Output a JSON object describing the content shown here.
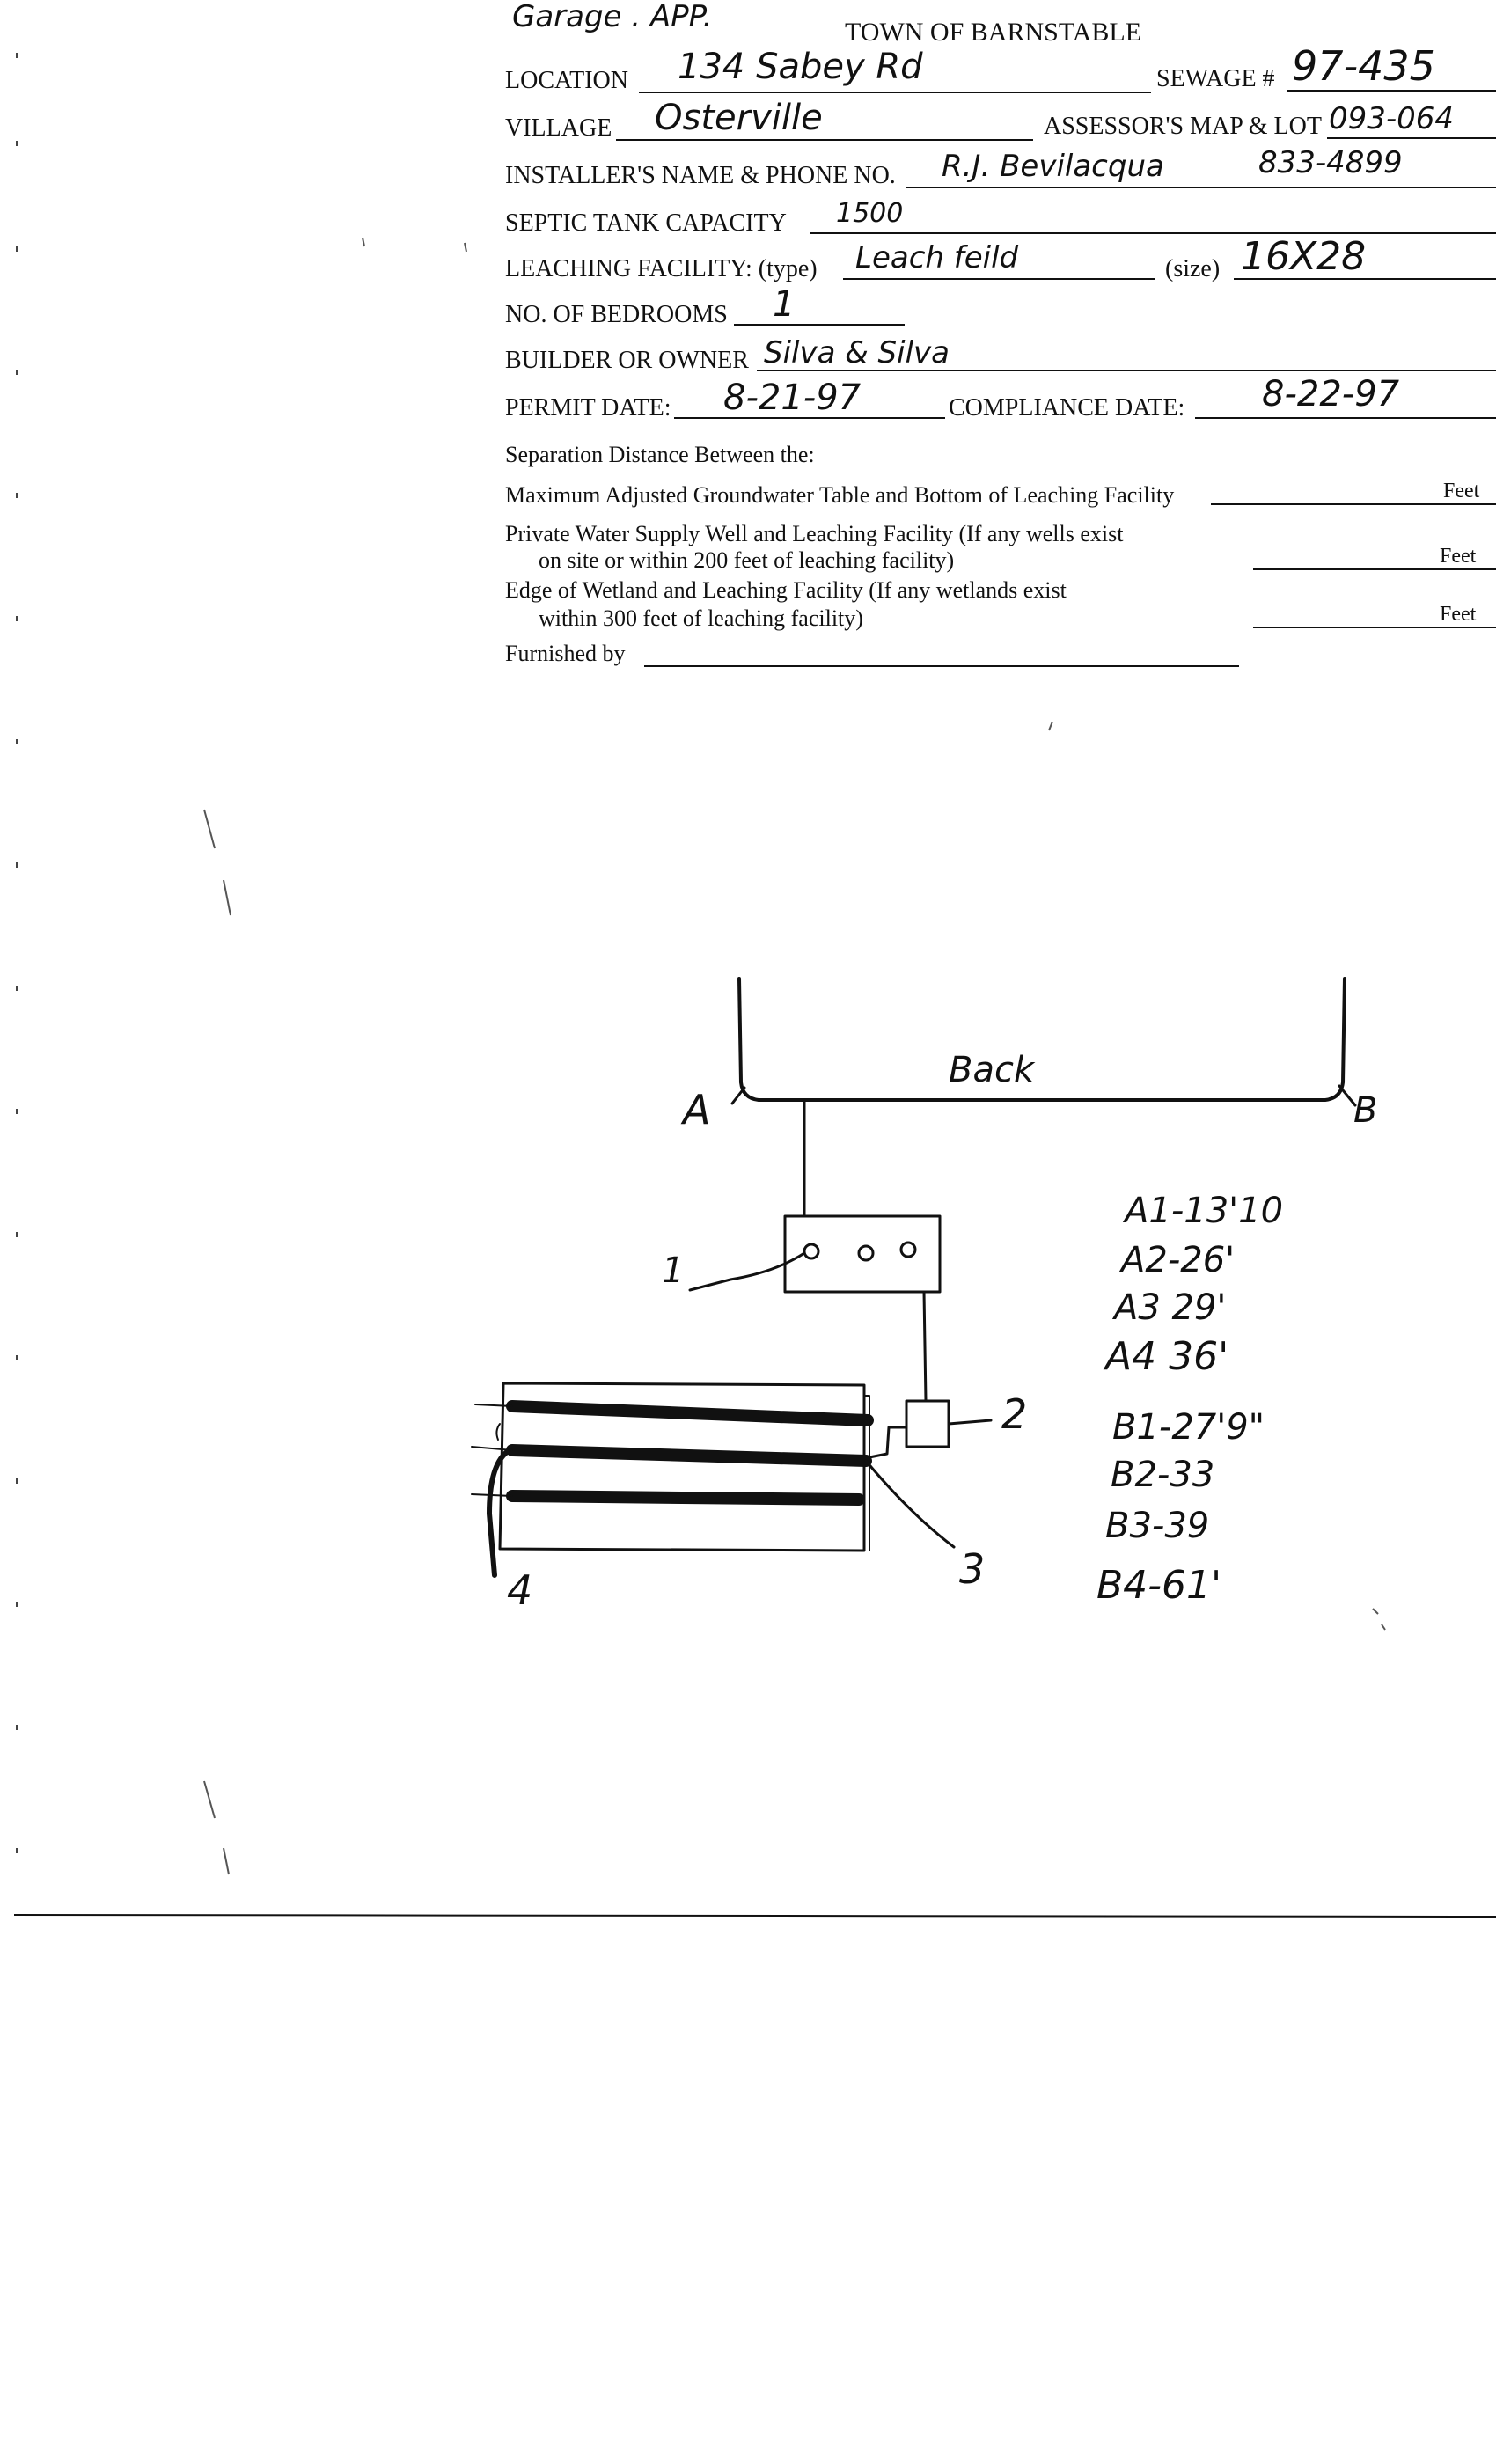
{
  "form": {
    "corner_note": "Garage . APP.",
    "title": "TOWN OF BARNSTABLE",
    "location_label": "LOCATION",
    "location_value": "134 Sabey Rd",
    "sewage_label": "SEWAGE #",
    "sewage_value": "97-435",
    "village_label": "VILLAGE",
    "village_value": "Osterville",
    "assessor_label": "ASSESSOR'S MAP & LOT",
    "assessor_value": "093-064",
    "installer_label": "INSTALLER'S NAME & PHONE NO.",
    "installer_value": "R.J. Bevilacqua",
    "installer_phone": "833-4899",
    "septic_label": "SEPTIC TANK CAPACITY",
    "septic_value": "1500",
    "leaching_label": "LEACHING FACILITY: (type)",
    "leaching_value": "Leach feild",
    "size_label": "(size)",
    "size_value": "16X28",
    "bedrooms_label": "NO. OF BEDROOMS",
    "bedrooms_value": "1",
    "builder_label": "BUILDER OR OWNER",
    "builder_value": "Silva & Silva",
    "permit_label": "PERMIT DATE:",
    "permit_value": "8-21-97",
    "compliance_label": "COMPLIANCE DATE:",
    "compliance_value": "8-22-97",
    "separation_heading": "Separation Distance Between the:",
    "sep1_label": "Maximum Adjusted Groundwater Table and Bottom of Leaching Facility",
    "sep2_line1": "Private Water Supply Well and Leaching Facility  (If any wells exist",
    "sep2_line2": "on site or within 200 feet of leaching facility)",
    "sep3_line1": "Edge of Wetland and Leaching Facility (If any wetlands exist",
    "sep3_line2": "within 300 feet of leaching facility)",
    "feet_label": "Feet",
    "furnished_label": "Furnished by"
  },
  "sketch": {
    "back_label": "Back",
    "corner_a": "A",
    "corner_b": "B",
    "callout_1": "1",
    "callout_2": "2",
    "callout_3": "3",
    "callout_4": "4",
    "measurements": [
      "A1-13'10",
      "A2-26'",
      "A3 29'",
      "A4 36'",
      "B1-27'9\"",
      "B2-33",
      "B3-39",
      "B4-61'"
    ]
  }
}
